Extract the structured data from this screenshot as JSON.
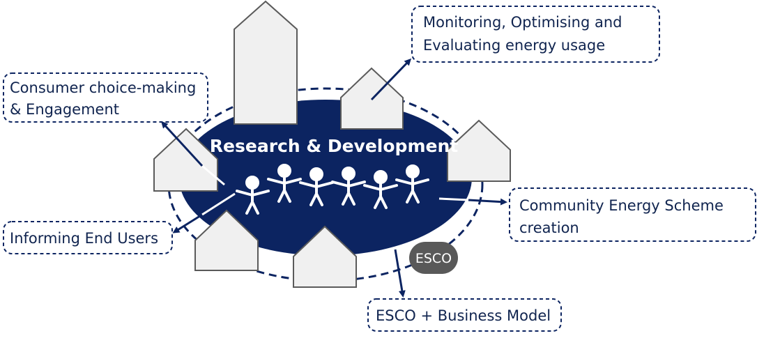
{
  "diagram": {
    "center_title": "Research & Development",
    "badge": "ESCO",
    "labels": {
      "monitoring": [
        "Monitoring, Optimising and",
        "Evaluating energy usage"
      ],
      "consumer": [
        "Consumer choice-making",
        "& Engagement"
      ],
      "informing": [
        "Informing End Users"
      ],
      "community": [
        "Community Energy Scheme",
        "creation"
      ],
      "esco_model": [
        "ESCO + Business Model"
      ]
    },
    "people_count": 6,
    "colors": {
      "navy": "#0c2461",
      "house_fill": "#f0f0f0",
      "house_stroke": "#5a5a5a",
      "badge": "#595959",
      "label_text": "#10244f"
    }
  }
}
